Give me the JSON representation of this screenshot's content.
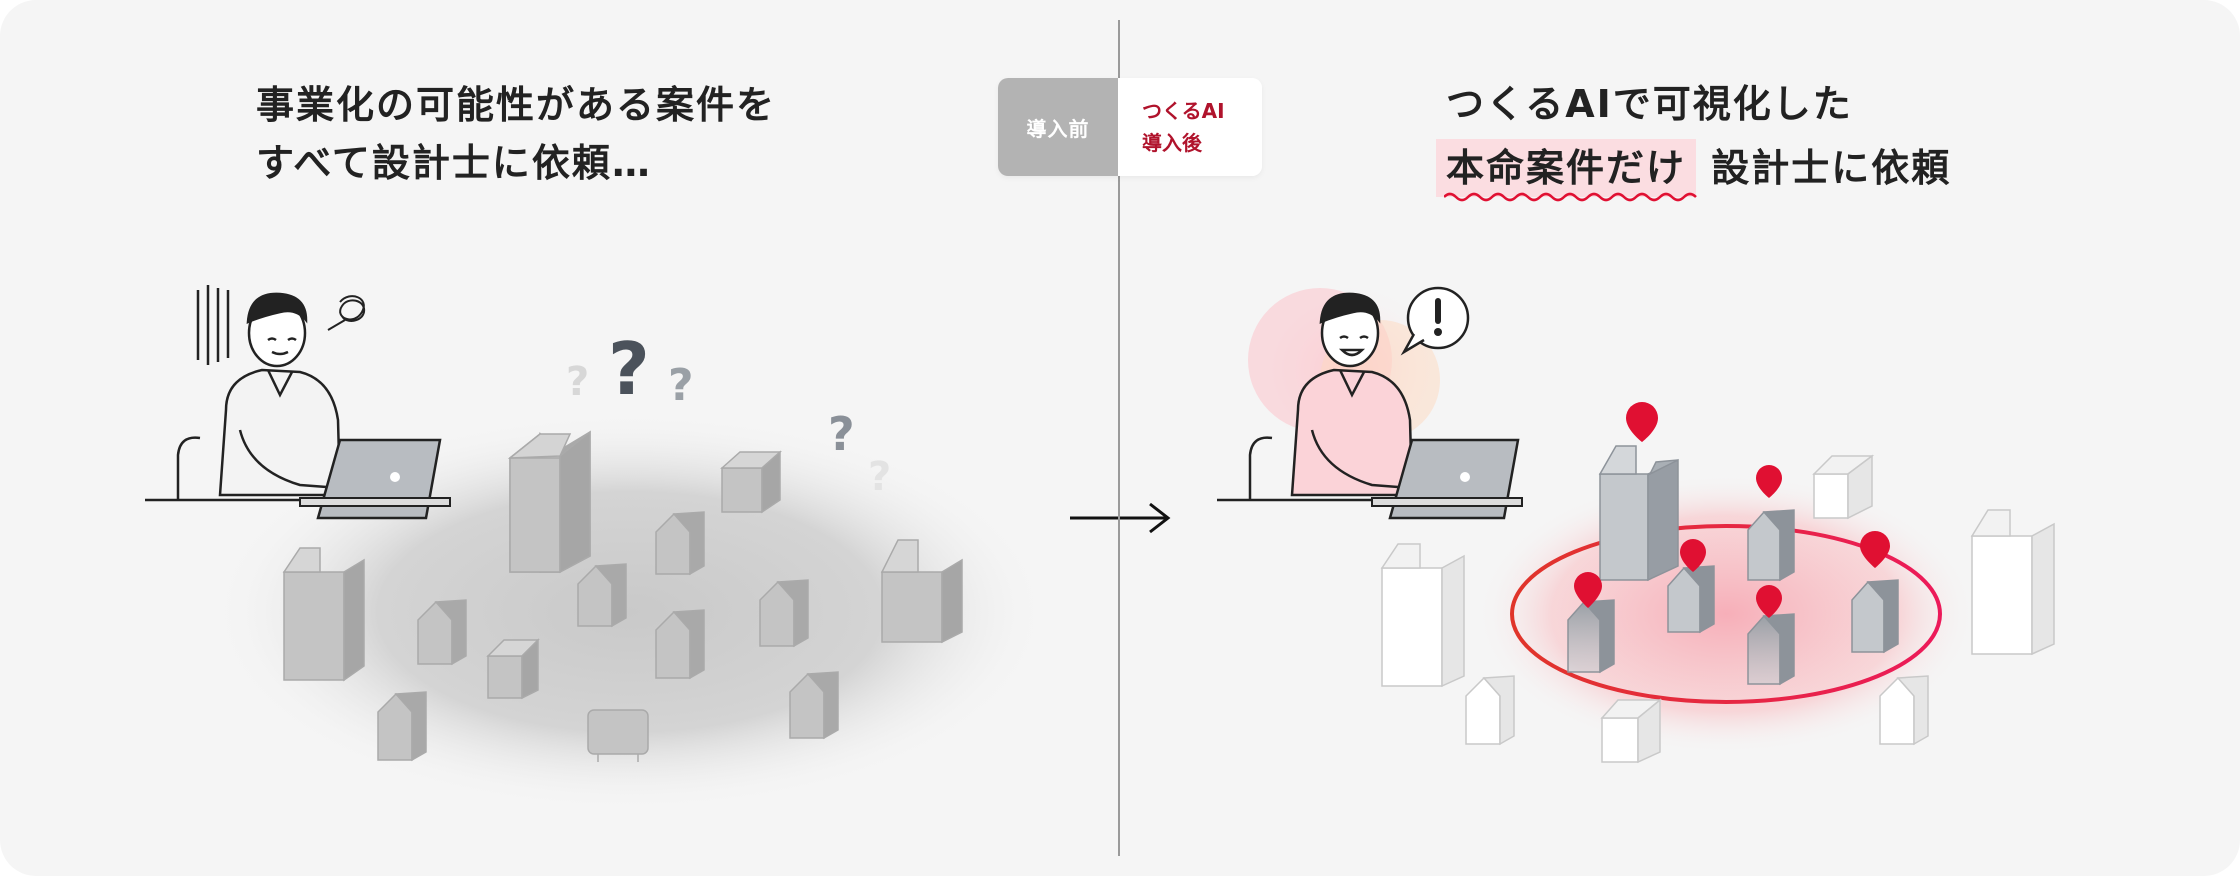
{
  "before": {
    "heading_line1": "事業化の可能性がある案件を",
    "heading_line2": "すべて設計士に依頼…"
  },
  "toggle": {
    "before_label": "導入前",
    "after_label_line1": "つくるAI",
    "after_label_line2": "導入後"
  },
  "after": {
    "heading_line1": "つくるAIで可視化した",
    "heading_highlight": "本命案件だけ",
    "heading_rest": "設計士に依頼"
  },
  "colors": {
    "accent": "#e01032",
    "highlight": "#fbdde1",
    "toggle_off": "#b3b3b3",
    "panel": "#f5f5f5"
  },
  "icons": [
    "worried-man-icon",
    "laptop-icon",
    "question-mark-icon",
    "arrow-right-icon",
    "smiling-man-icon",
    "exclamation-bubble-icon",
    "map-pin-icon",
    "building-icon",
    "house-icon"
  ]
}
